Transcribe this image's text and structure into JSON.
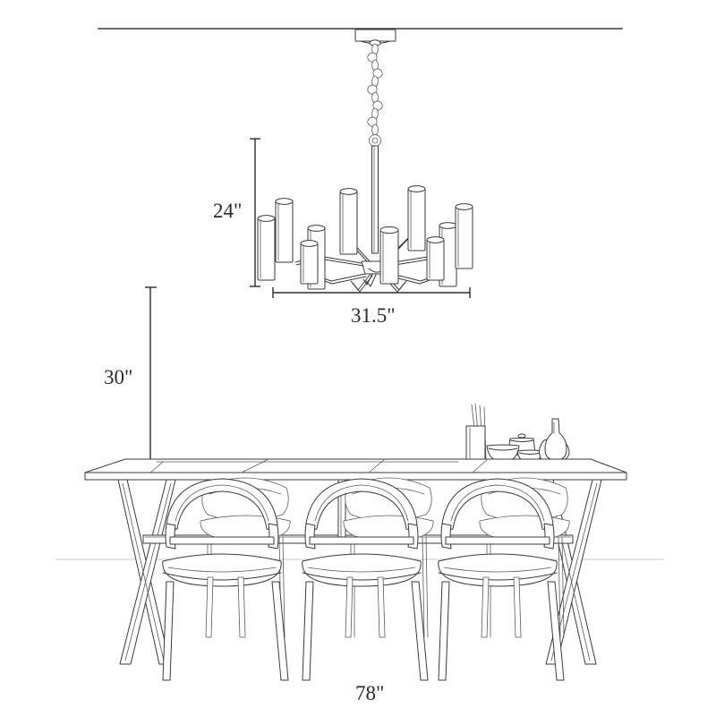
{
  "drawing": {
    "type": "product-dimension-diagram",
    "subject": "Chandelier over dining table with chairs",
    "background_color": "#ffffff",
    "line_color": "#3a3a3a",
    "faint_line_color": "#c9c9c9",
    "text_color": "#2b2b2b"
  },
  "dimensions": {
    "chandelier_height": "24\"",
    "chandelier_width": "31.5\"",
    "table_height": "30\"",
    "table_length": "78\""
  },
  "labels": {
    "height_24": "24\"",
    "width_315": "31.5\"",
    "height_30": "30\"",
    "length_78": "78\""
  },
  "elements": {
    "ceiling_line": "ceiling",
    "canopy": "ceiling-canopy",
    "chain": "suspension-chain",
    "downrod": "downrod",
    "chandelier_body": "chandelier",
    "candle_count": 10,
    "table": "dining-table",
    "table_legs": "x-trestle-legs",
    "chairs_count": 6,
    "tabletop_items": [
      "reed-vase",
      "bowl-large",
      "bowl-small",
      "lidded-pot",
      "bottle-carafe",
      "round-vessel"
    ],
    "floor_line": "floor-reference-line"
  }
}
